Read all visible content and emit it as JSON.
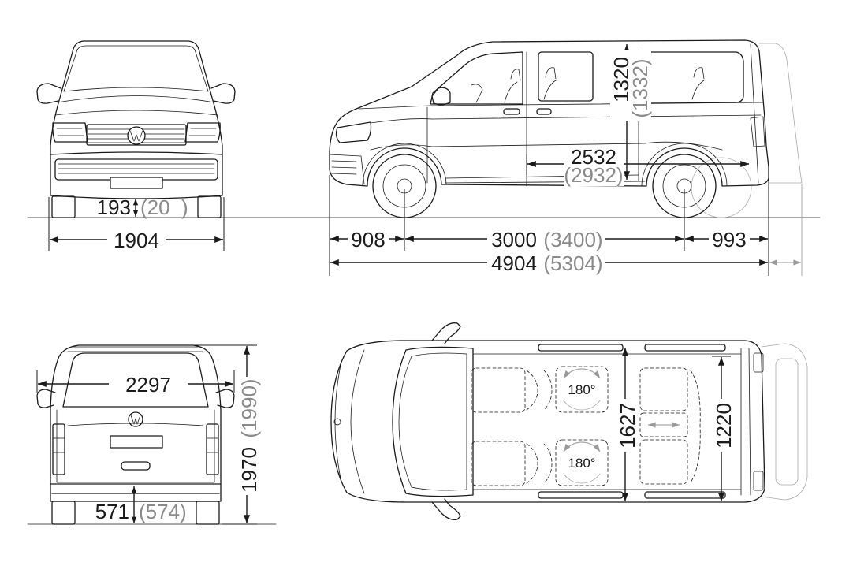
{
  "front_view": {
    "ground_clearance": "193",
    "ground_clearance_alt": "(20  )",
    "width": "1904"
  },
  "side_view": {
    "interior_height": "1320",
    "interior_height_alt": "(1332)",
    "load_length": "2532",
    "load_length_alt": "(2932)",
    "front_overhang": "908",
    "wheelbase": "3000",
    "wheelbase_alt": "(3400)",
    "rear_overhang": "993",
    "length": "4904",
    "length_alt": "(5304)"
  },
  "rear_view": {
    "width_with_mirrors": "2297",
    "height": "1970",
    "height_alt": "(1990)",
    "sill_height": "571",
    "sill_height_alt": "(574)"
  },
  "top_view": {
    "seat_rotation_front": "180°",
    "seat_rotation_rear": "180°",
    "interior_width": "1627",
    "width_between_arches": "1220"
  },
  "colors": {
    "line": "#1a1a1a",
    "alt_text": "#8a8a8a",
    "faint_line": "#a8a8a8",
    "background": "#ffffff"
  }
}
